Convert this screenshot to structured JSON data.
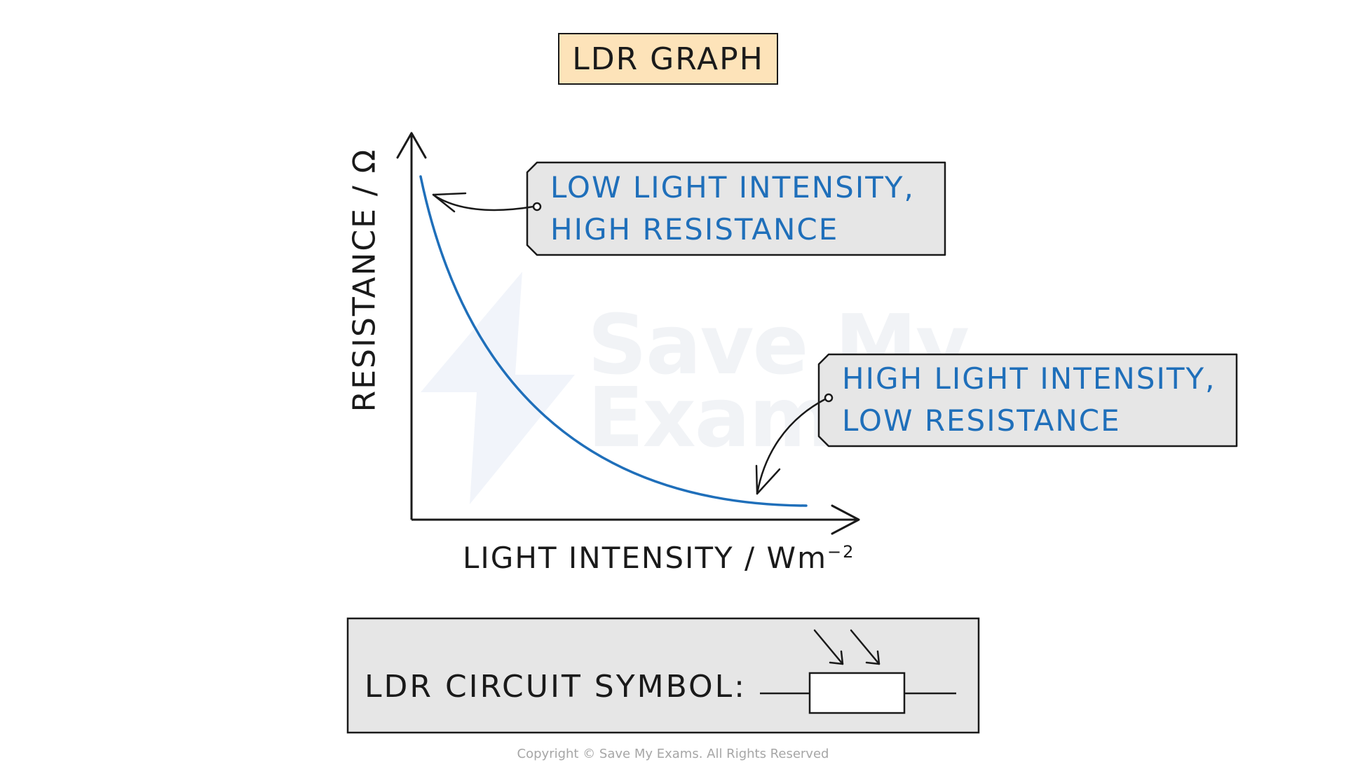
{
  "title": "LDR GRAPH",
  "axes": {
    "y_label": "RESISTANCE / Ω",
    "x_label": "LIGHT INTENSITY / Wm",
    "x_label_exponent": "−2"
  },
  "callouts": [
    {
      "line1": "LOW LIGHT INTENSITY,",
      "line2": "HIGH RESISTANCE"
    },
    {
      "line1": "HIGH LIGHT INTENSITY,",
      "line2": "LOW RESISTANCE"
    }
  ],
  "symbol_box": {
    "label": "LDR CIRCUIT SYMBOL:"
  },
  "watermark": {
    "line1": "Save My",
    "line2": "Exams"
  },
  "copyright": "Copyright © Save My Exams. All Rights Reserved",
  "colors": {
    "curve": "#1f6fba",
    "callout_text": "#1f6fba",
    "title_fill": "#fde3b9",
    "panel_fill": "#e6e6e6",
    "ink": "#1a1a1a"
  }
}
